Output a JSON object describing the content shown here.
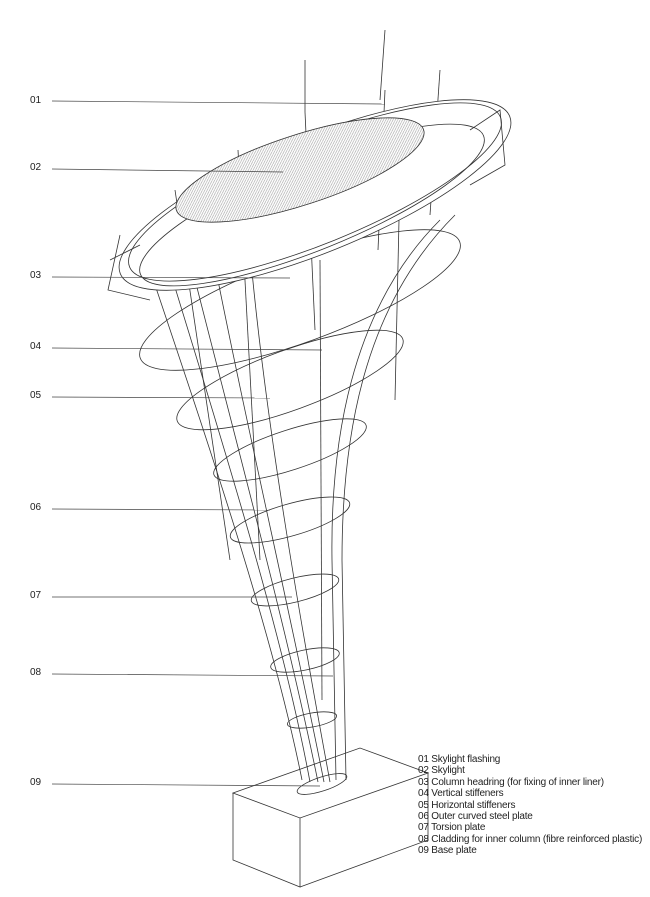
{
  "callouts": [
    "01",
    "02",
    "03",
    "04",
    "05",
    "06",
    "07",
    "08",
    "09"
  ],
  "legend": [
    "01 Skylight flashing",
    "02 Skylight",
    "03 Column headring (for fixing of inner liner)",
    "04 Vertical stiffeners",
    "05 Horizontal stiffeners",
    "06 Outer curved steel plate",
    "07 Torsion plate",
    "08 Cladding for inner column (fibre reinforced plastic)",
    "09 Base plate"
  ]
}
